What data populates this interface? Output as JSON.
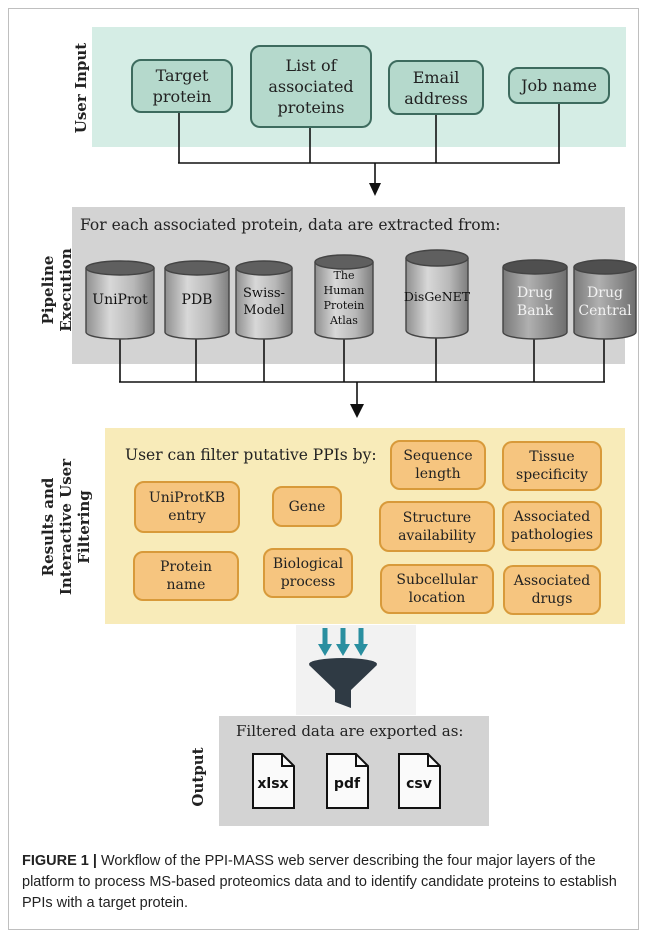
{
  "sections": {
    "input": {
      "label": "User Input",
      "items": [
        "Target\nprotein",
        "List of\nassociated\nproteins",
        "Email\naddress",
        "Job name"
      ]
    },
    "pipeline": {
      "label": "Pipeline\nExecution",
      "heading": "For each associated protein, data are extracted from:",
      "databases": [
        "UniProt",
        "PDB",
        "Swiss-\nModel",
        "The Human\nProtein\nAtlas",
        "DisGeNET",
        "Drug\nBank",
        "Drug\nCentral"
      ]
    },
    "results": {
      "label": "Results and\nInteractive User\nFiltering",
      "heading": "User can filter putative PPIs by:",
      "filters": [
        "UniProtKB\nentry",
        "Gene",
        "Protein\nname",
        "Biological\nprocess",
        "Sequence\nlength",
        "Structure\navailability",
        "Subcellular\nlocation",
        "Tissue\nspecificity",
        "Associated\npathologies",
        "Associated\ndrugs"
      ]
    },
    "output": {
      "label": "Output",
      "heading": "Filtered data are exported as:",
      "formats": [
        "xlsx",
        "pdf",
        "csv"
      ]
    }
  },
  "caption": {
    "prefix": "FIGURE 1 |",
    "text": " Workflow of the PPI-MASS web server describing the four major layers of the platform to process MS-based proteomics data and to identify candidate proteins to establish PPIs with a target protein."
  },
  "colors": {
    "input_band": "#d5ede5",
    "pipeline_band": "#d3d3d3",
    "results_band": "#f8ebb9",
    "output_band": "#d3d3d3",
    "funnel": "#2f3a44",
    "arrows": "#2a8fa0"
  }
}
